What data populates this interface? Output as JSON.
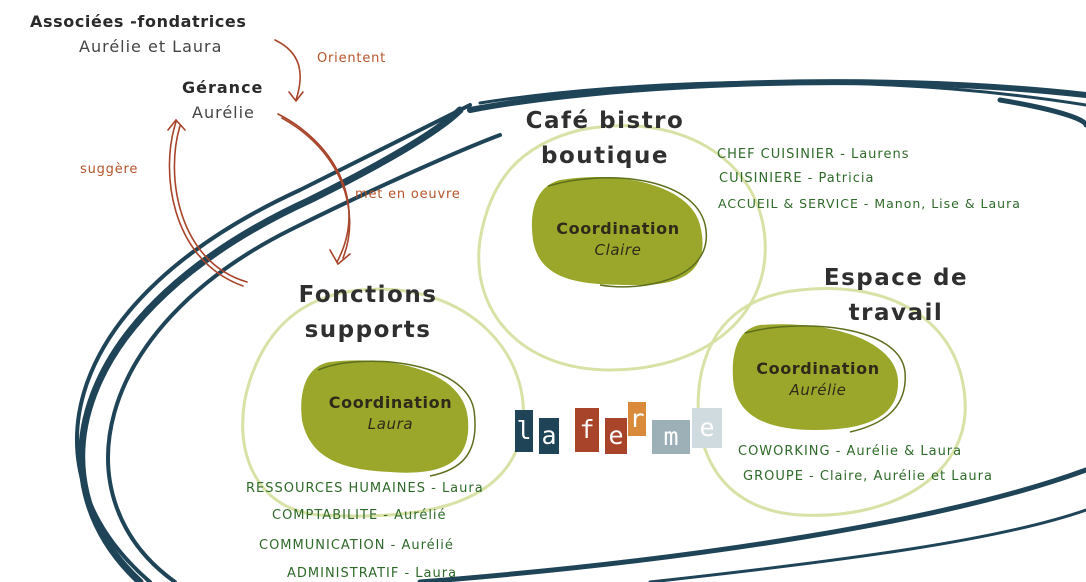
{
  "top": {
    "founders_title": "Associées -fondatrices",
    "founders_names": "Aurélie et Laura",
    "management_title": "Gérance",
    "management_name": "Aurélie"
  },
  "arrows": {
    "orientent": "Orientent",
    "suggere": "suggère",
    "met_en_oeuvre": "met en oeuvre"
  },
  "poles": {
    "cafe": {
      "title_line1": "Café bistro",
      "title_line2": "boutique",
      "coord_label": "Coordination",
      "coord_name": "Claire",
      "roles": [
        "CHEF CUISINIER - Laurens",
        "CUISINIERE - Patricia",
        "ACCUEIL & SERVICE  - Manon, Lise & Laura"
      ]
    },
    "fonctions": {
      "title_line1": "Fonctions",
      "title_line2": "supports",
      "coord_label": "Coordination",
      "coord_name": "Laura",
      "roles": [
        "RESSOURCES HUMAINES - Laura",
        "COMPTABILITE - Aurélié",
        "COMMUNICATION - Aurélié",
        "ADMINISTRATIF - Laura"
      ]
    },
    "espace": {
      "title_line1": "Espace de",
      "title_line2": "travail",
      "coord_label": "Coordination",
      "coord_name": "Aurélie",
      "roles": [
        "COWORKING - Aurélie & Laura",
        "GROUPE - Claire, Aurélie et Laura"
      ]
    }
  },
  "logo": {
    "letters": [
      "l",
      "a",
      "f",
      "e",
      "r",
      "m",
      "e"
    ]
  },
  "colors": {
    "navy": "#1f4458",
    "rust": "#a8442a",
    "olive_fill": "#9aa72a",
    "olive_line": "#5d6e1c",
    "pale_green": "#d8e2a6"
  }
}
